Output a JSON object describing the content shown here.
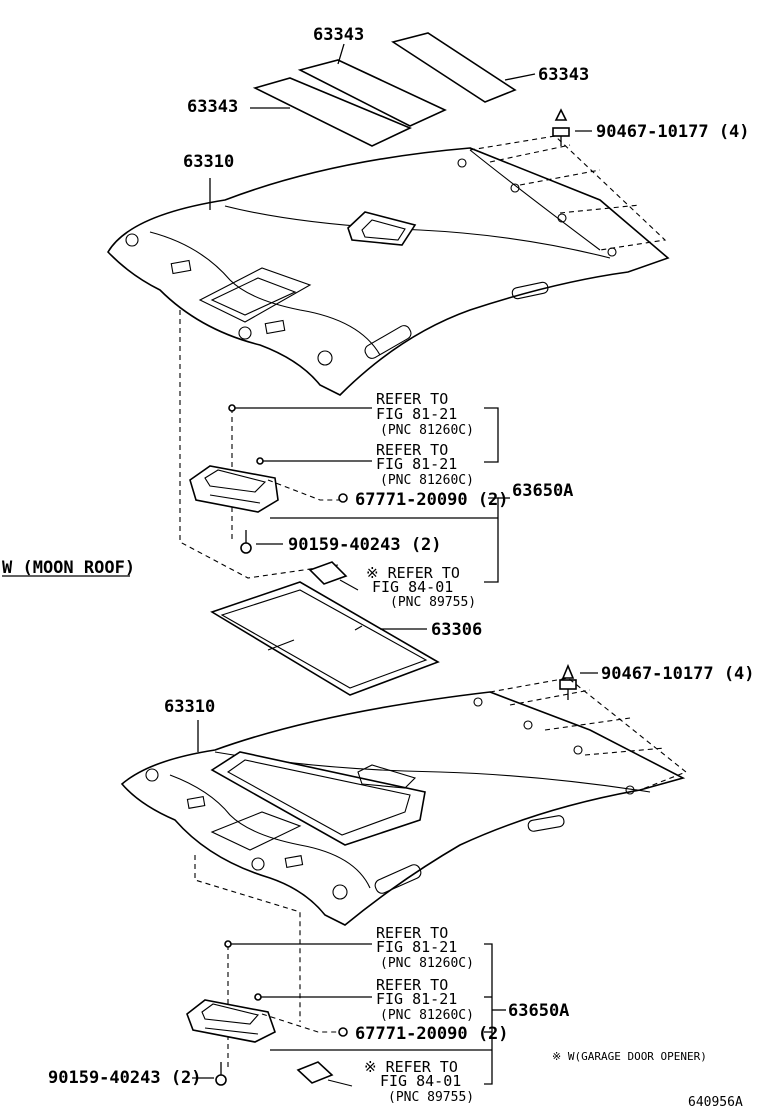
{
  "upper": {
    "pad_label_top": "63343",
    "pad_label_right": "63343",
    "pad_label_left": "63343",
    "clip_label": "90467-10177 (4)",
    "headliner_label": "63310",
    "refer1_line1": "REFER TO",
    "refer1_line2": "FIG 81-21",
    "refer1_line3": "(PNC 81260C)",
    "refer2_line1": "REFER TO",
    "refer2_line2": "FIG 81-21",
    "refer2_line3": "(PNC 81260C)",
    "screw_label": "67771-20090 (2)",
    "assy_label": "63650A",
    "bolt_label": "90159-40243 (2)",
    "refer3_line1": "※ REFER TO",
    "refer3_line2": "FIG 84-01",
    "refer3_line3": "(PNC 89755)"
  },
  "variant_label": "W (MOON ROOF)",
  "lower": {
    "sunshade_label": "63306",
    "clip_label": "90467-10177 (4)",
    "headliner_label": "63310",
    "refer1_line1": "REFER TO",
    "refer1_line2": "FIG 81-21",
    "refer1_line3": "(PNC 81260C)",
    "refer2_line1": "REFER TO",
    "refer2_line2": "FIG 81-21",
    "refer2_line3": "(PNC 81260C)",
    "assy_label": "63650A",
    "screw_label": "67771-20090 (2)",
    "bolt_label": "90159-40243 (2)",
    "refer3_line1": "※ REFER TO",
    "refer3_line2": "FIG 84-01",
    "refer3_line3": "(PNC 89755)"
  },
  "footnote": "※ W(GARAGE DOOR OPENER)",
  "figure_id": "640956A"
}
